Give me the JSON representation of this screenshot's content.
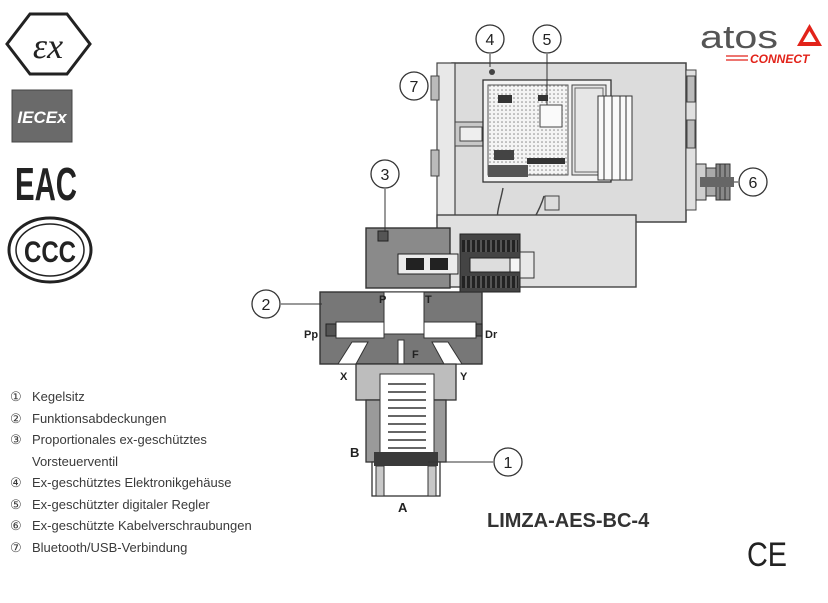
{
  "certifications": {
    "iecex_label": "IECEx",
    "eac_label": "EAC",
    "ccc_label": "CCC"
  },
  "brand": {
    "name": "atos",
    "sub": "CONNECT",
    "accent_color": "#e2231a",
    "dark_color": "#555555"
  },
  "callouts": [
    "1",
    "2",
    "3",
    "4",
    "5",
    "6",
    "7"
  ],
  "port_labels": {
    "P": "P",
    "T": "T",
    "Pp": "Pp",
    "Dr": "Dr",
    "F": "F",
    "X": "X",
    "Y": "Y",
    "A": "A",
    "B": "B"
  },
  "legend": [
    {
      "num": "①",
      "text": "Kegelsitz"
    },
    {
      "num": "②",
      "text": "Funktionsabdeckungen"
    },
    {
      "num": "③",
      "text": "Proportionales ex-geschütztes Vorsteuerventil"
    },
    {
      "num": "④",
      "text": "Ex-geschütztes Elektronikgehäuse"
    },
    {
      "num": "⑤",
      "text": "Ex-geschützter digitaler Regler"
    },
    {
      "num": "⑥",
      "text": "Ex-geschützte Kabelverschraubungen"
    },
    {
      "num": "⑦",
      "text": "Bluetooth/USB-Verbindung"
    }
  ],
  "model": "LIMZA-AES-BC-4",
  "ce_mark": "CE"
}
